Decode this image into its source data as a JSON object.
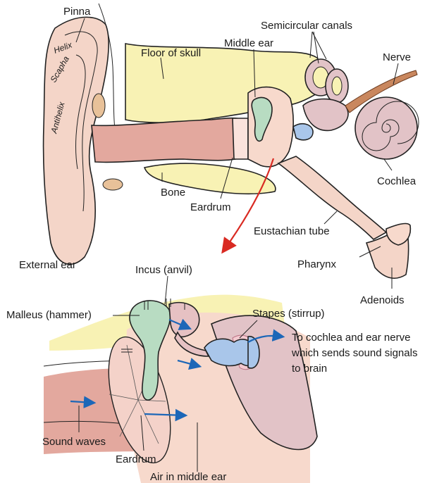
{
  "labels": {
    "pinna": "Pinna",
    "helix": "Helix",
    "scapha": "Scapha",
    "antihelix": "Antihelix",
    "floor_of_skull": "Floor of skull",
    "middle_ear": "Middle ear",
    "semicircular_canals": "Semicircular canals",
    "nerve": "Nerve",
    "cochlea": "Cochlea",
    "bone": "Bone",
    "eardrum_top": "Eardrum",
    "eustachian_tube": "Eustachian tube",
    "external_ear": "External ear",
    "pharynx": "Pharynx",
    "adenoids": "Adenoids",
    "incus": "Incus (anvil)",
    "malleus": "Malleus (hammer)",
    "stapes": "Stapes (stirrup)",
    "to_cochlea_line1": "To cochlea and ear nerve",
    "to_cochlea_line2": "which sends sound signals",
    "to_cochlea_line3": "to brain",
    "sound_waves": "Sound waves",
    "eardrum_bottom": "Eardrum",
    "air_in_middle_ear": "Air in middle ear"
  },
  "colors": {
    "skin": "#f4d5c8",
    "canal": "#e3a89e",
    "bone": "#f8f2b4",
    "ossicle": "#b8dcc2",
    "stapes": "#a9c6ea",
    "arrow_blue": "#1c67b8",
    "arrow_red": "#d92a22",
    "inner_ear": "#e2c3c7"
  }
}
